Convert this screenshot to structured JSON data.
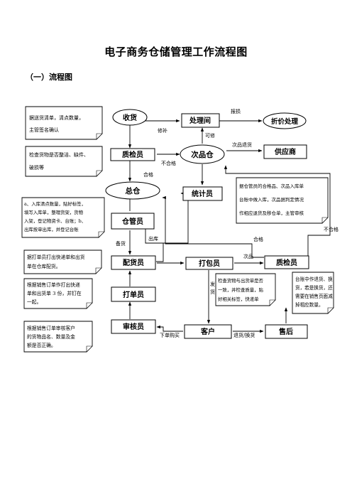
{
  "title": "电子商务仓储管理工作流程图",
  "section": "（一）流程图",
  "nodes": {
    "receiving": "收货",
    "processing": "处理间",
    "discount": "折价处理",
    "qc1": "质检员",
    "secondary_warehouse": "次品仓",
    "supplier": "供应商",
    "main_warehouse": "总仓",
    "statistician": "统计员",
    "keeper": "仓管员",
    "dispatcher": "配货员",
    "packer": "打包员",
    "qc2": "质检员",
    "order_clerk": "打单员",
    "auditor": "审核员",
    "customer": "客户",
    "after_sales": "售后"
  },
  "notes": {
    "receiving": [
      "据送货清单，清点数量，",
      "主管签名确认"
    ],
    "qc1": [
      "检查货物是否整洁、缺件、",
      "破损等"
    ],
    "keeper": [
      "a、入库清点数量，贴好标签，",
      "填写入库单，整理货架，货物",
      "入架，登记物资卡、台账；b、",
      "出库按单出库，并登记台账"
    ],
    "dispatcher": [
      "据打单员打出快递单和出货",
      "单在仓库配货。"
    ],
    "order_clerk": [
      "根据销售订单作打出快递",
      "单和出货单 3 份，并钉在",
      "一起。"
    ],
    "auditor": [
      "根据销售订单审核客户",
      "的货物品名、数量及金",
      "额是否正确。"
    ],
    "statistician": [
      "据仓管员的合格品、次品入库单",
      "台账中做入库，次品据判定情况",
      "作相应退货及移仓单，主管审核"
    ],
    "packer": [
      "检查货物与出货单是否",
      "一致，并检查质量，贴",
      "好相关标签，快递单"
    ],
    "after_sales": [
      "台账中作退货、换",
      "货，若是换货，还",
      "需要在销售页面减",
      "掉相应数量。"
    ]
  },
  "labels": {
    "damaged": "报损",
    "repair": "修补",
    "repairable": "可修",
    "defect_return": "次品退货",
    "unqualified_1": "不合格",
    "qualified_1": "合格",
    "unqualified_2": "不合格",
    "qualified_2": "合格",
    "outbound": "出库",
    "stock_prep": "备货",
    "defect": "次品",
    "shipping": "发货",
    "place_order": "下单购买",
    "return_exchange": "退货/换货"
  }
}
